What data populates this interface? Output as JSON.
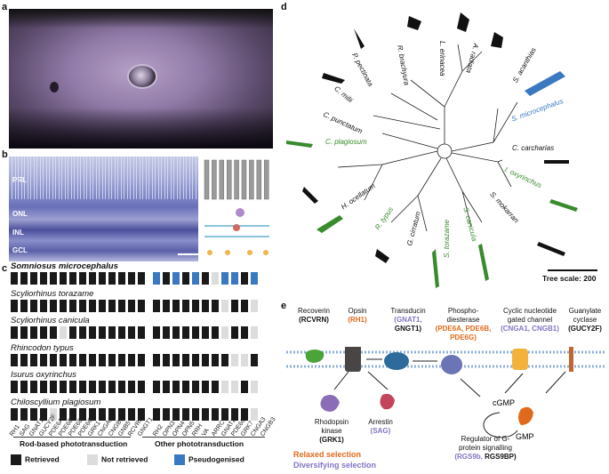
{
  "panels": {
    "a": "a",
    "b": "b",
    "c": "c",
    "d": "d",
    "e": "e"
  },
  "photo_b_labels": {
    "prl": "PRL",
    "onl": "ONL",
    "inl": "INL",
    "gcl": "GCL"
  },
  "grid": {
    "species": [
      {
        "name": "Somniosus microcephalus",
        "bold": true,
        "cells": [
          "r",
          "r",
          "r",
          "r",
          "r",
          "r",
          "r",
          "r",
          "r",
          "r",
          "r",
          "r",
          "r",
          "r",
          "p",
          "r",
          "p",
          "r",
          "p",
          "r",
          "n",
          "p",
          "p",
          "r",
          "p"
        ]
      },
      {
        "name": "Scyliorhinus torazame",
        "cells": [
          "r",
          "r",
          "r",
          "r",
          "r",
          "r",
          "r",
          "r",
          "r",
          "r",
          "r",
          "r",
          "r",
          "r",
          "r",
          "r",
          "r",
          "r",
          "r",
          "r",
          "r",
          "n",
          "r",
          "r",
          "n"
        ]
      },
      {
        "name": "Scyliorhinus canicula",
        "cells": [
          "r",
          "r",
          "r",
          "r",
          "r",
          "n",
          "r",
          "r",
          "r",
          "r",
          "r",
          "r",
          "r",
          "r",
          "r",
          "r",
          "r",
          "r",
          "r",
          "r",
          "r",
          "n",
          "r",
          "r",
          "n"
        ]
      },
      {
        "name": "Rhincodon typus",
        "cells": [
          "r",
          "r",
          "r",
          "r",
          "r",
          "r",
          "r",
          "r",
          "r",
          "r",
          "r",
          "r",
          "r",
          "r",
          "r",
          "r",
          "r",
          "r",
          "r",
          "r",
          "r",
          "r",
          "n",
          "n",
          "r"
        ]
      },
      {
        "name": "Isurus oxyrinchus",
        "cells": [
          "r",
          "r",
          "r",
          "r",
          "r",
          "r",
          "r",
          "r",
          "r",
          "r",
          "r",
          "r",
          "r",
          "r",
          "r",
          "r",
          "r",
          "r",
          "r",
          "r",
          "r",
          "n",
          "n",
          "r",
          "n"
        ]
      },
      {
        "name": "Chiloscyllium plagiosum",
        "cells": [
          "r",
          "r",
          "r",
          "r",
          "n",
          "r",
          "r",
          "r",
          "r",
          "r",
          "r",
          "r",
          "r",
          "r",
          "r",
          "r",
          "r",
          "r",
          "r",
          "r",
          "r",
          "r",
          "r",
          "r",
          "n"
        ]
      }
    ],
    "genes": [
      "RH1",
      "SAG",
      "GNAT1",
      "GUCY2F",
      "PDE6A",
      "PDE6B",
      "PDE6D",
      "PDE6G",
      "GRK1",
      "CNGA1",
      "CNGB1",
      "GNB5",
      "RCVRN",
      "GNGT1",
      "RH2",
      "OPN3",
      "OPN4",
      "OPN5",
      "RRH",
      "VA",
      "ARRC",
      "GNAT2",
      "PDE6C",
      "GRK7",
      "CNGA3",
      "CNGB3"
    ],
    "group_rod": "Rod-based phototransduction",
    "group_other": "Other phototransduction",
    "legend": {
      "retrieved": "Retrieved",
      "not_retrieved": "Not retrieved",
      "pseudogenised": "Pseudogenised"
    },
    "colors": {
      "retrieved": "#1a1a1a",
      "not_retrieved": "#dcdcdc",
      "pseudogenised": "#3a78c2"
    }
  },
  "tree": {
    "tips": [
      {
        "name": "R. brachyura",
        "color": "black"
      },
      {
        "name": "L. erinacea",
        "color": "black"
      },
      {
        "name": "A. radiata",
        "color": "black"
      },
      {
        "name": "P. pectinata",
        "color": "black"
      },
      {
        "name": "S. acanthias",
        "color": "black"
      },
      {
        "name": "C. milii",
        "color": "black"
      },
      {
        "name": "S. microcephalus",
        "color": "blue"
      },
      {
        "name": "C. punctatum",
        "color": "black"
      },
      {
        "name": "C. plagiosum",
        "color": "green"
      },
      {
        "name": "C. carcharias",
        "color": "black"
      },
      {
        "name": "I. oxyrinchus",
        "color": "green"
      },
      {
        "name": "H. ocellatum",
        "color": "black"
      },
      {
        "name": "S. mokarran",
        "color": "black"
      },
      {
        "name": "R. typus",
        "color": "green"
      },
      {
        "name": "G. cirratum",
        "color": "black"
      },
      {
        "name": "S. torazame",
        "color": "green"
      },
      {
        "name": "S. canicula",
        "color": "green"
      }
    ],
    "scale": "Tree scale: 200"
  },
  "pathway": {
    "recoverin": {
      "name": "Recoverin",
      "gene": "(RCVRN)"
    },
    "opsin": {
      "name": "Opsin",
      "gene": "(RH1)"
    },
    "transducin": {
      "name": "Transducin",
      "gene1": "(GNAT1,",
      "gene2": "GNGT1)"
    },
    "pde": {
      "name1": "Phospho-",
      "name2": "diesterase",
      "gene1": "(PDE6A, PDE6B,",
      "gene2": "PDE6G)"
    },
    "cng": {
      "name1": "Cyclic nucleotide",
      "name2": "gated channel",
      "gene": "(CNGA1, CNGB1)"
    },
    "gc": {
      "name1": "Guanylate",
      "name2": "cyclase",
      "gene": "(GUCY2F)"
    },
    "rk": {
      "name1": "Rhodopsin",
      "name2": "kinase",
      "gene": "(GRK1)"
    },
    "arrestin": {
      "name": "Arrestin",
      "gene": "(SAG)"
    },
    "rgs": {
      "name1": "Regulator of G-",
      "name2": "protein signalling",
      "gene1": "(RGS9b,",
      "gene2": "RGS9BP)"
    },
    "cgmp": "cGMP",
    "gmp": "GMP",
    "legend_relaxed": "Relaxed selection",
    "legend_diversifying": "Diversifying selection",
    "colors": {
      "relaxed": "#e06a1b",
      "diversifying": "#8474c4"
    }
  }
}
